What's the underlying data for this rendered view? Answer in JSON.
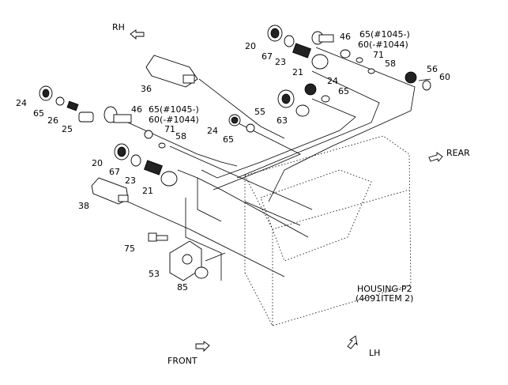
{
  "directions": {
    "rh": "RH",
    "rear": "REAR",
    "front": "FRONT",
    "lh": "LH"
  },
  "housing": {
    "line1": "HOUSING-P2",
    "line2": "(4091ITEM 2)"
  },
  "labels": {
    "p20_top": "20",
    "p67_top": "67",
    "p23_top": "23",
    "p21_top": "21",
    "p46_top": "46",
    "p65a_top": "65(#1045-)",
    "p60a_top": "60(-#1044)",
    "p71_top": "71",
    "p58_top": "58",
    "p56": "56",
    "p60_right": "60",
    "p24_mid": "24",
    "p65_mid": "65",
    "p36": "36",
    "p55": "55",
    "p63": "63",
    "p24_left": "24",
    "p65_left": "65",
    "p26": "26",
    "p25": "25",
    "p46_left": "46",
    "p65a_left": "65(#1045-)",
    "p60a_left": "60(-#1044)",
    "p71_left": "71",
    "p58_left": "58",
    "p24_c": "24",
    "p65_c": "65",
    "p20_left": "20",
    "p67_left": "67",
    "p23_left": "23",
    "p21_left": "21",
    "p38": "38",
    "p75": "75",
    "p53": "53",
    "p85": "85"
  }
}
